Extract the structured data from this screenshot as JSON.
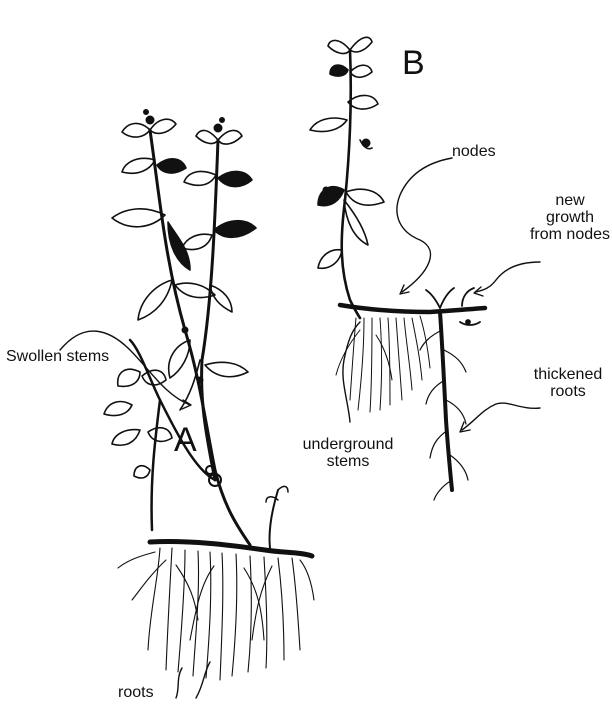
{
  "figure": {
    "labels": {
      "plant_a": "A",
      "plant_b": "B",
      "swollen_stems": "Swollen stems",
      "roots": "roots",
      "nodes": "nodes",
      "new_growth": [
        "new",
        "growth",
        "from nodes"
      ],
      "thickened_roots": [
        "thickened",
        "roots"
      ],
      "underground_stems": [
        "underground",
        "stems"
      ]
    },
    "colors": {
      "ink": "#111111",
      "background": "#ffffff"
    }
  }
}
